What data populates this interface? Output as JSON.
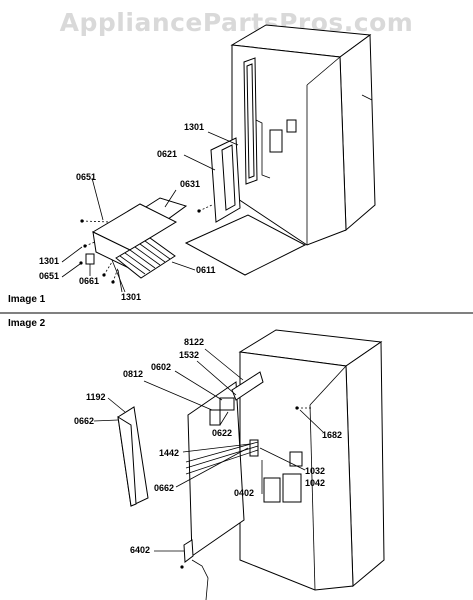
{
  "watermark": "AppliancePartsPros.com",
  "sections": [
    {
      "title": "Image 1"
    },
    {
      "title": "Image 2"
    }
  ],
  "image1_labels": [
    "1301",
    "0621",
    "0651",
    "0631",
    "1301",
    "0651",
    "0661",
    "0611",
    "1301"
  ],
  "image2_labels": [
    "8122",
    "1532",
    "0812",
    "0602",
    "1192",
    "0662",
    "0622",
    "1442",
    "1682",
    "0662",
    "0402",
    "1032",
    "1042",
    "6402"
  ]
}
